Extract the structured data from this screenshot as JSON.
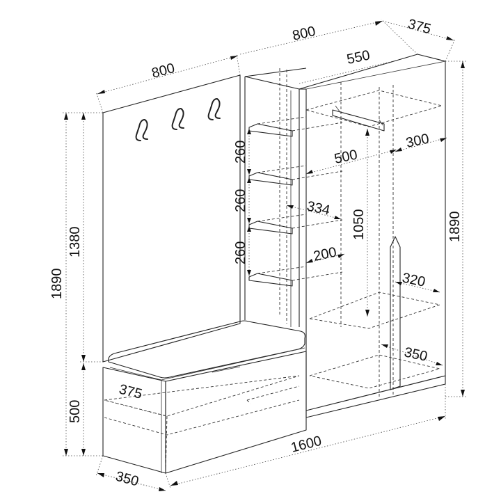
{
  "dimensions": {
    "top_left_width": "800",
    "top_right_width": "800",
    "top_depth": "375",
    "rail_depth": "550",
    "shelf_spacing_1": "260",
    "shelf_spacing_2": "260",
    "shelf_spacing_3": "260",
    "shelf_width_right": "300",
    "rail_length": "500",
    "shelf_depth_334": "334",
    "hanging_height": "1050",
    "total_height_right": "1890",
    "shelf_width_200": "200",
    "bottom_shelf_320": "320",
    "bottom_shelf_350": "350",
    "bench_depth_375": "375",
    "panel_height": "1380",
    "total_height_left": "1890",
    "bench_height": "500",
    "total_width": "1600",
    "base_depth": "350"
  }
}
